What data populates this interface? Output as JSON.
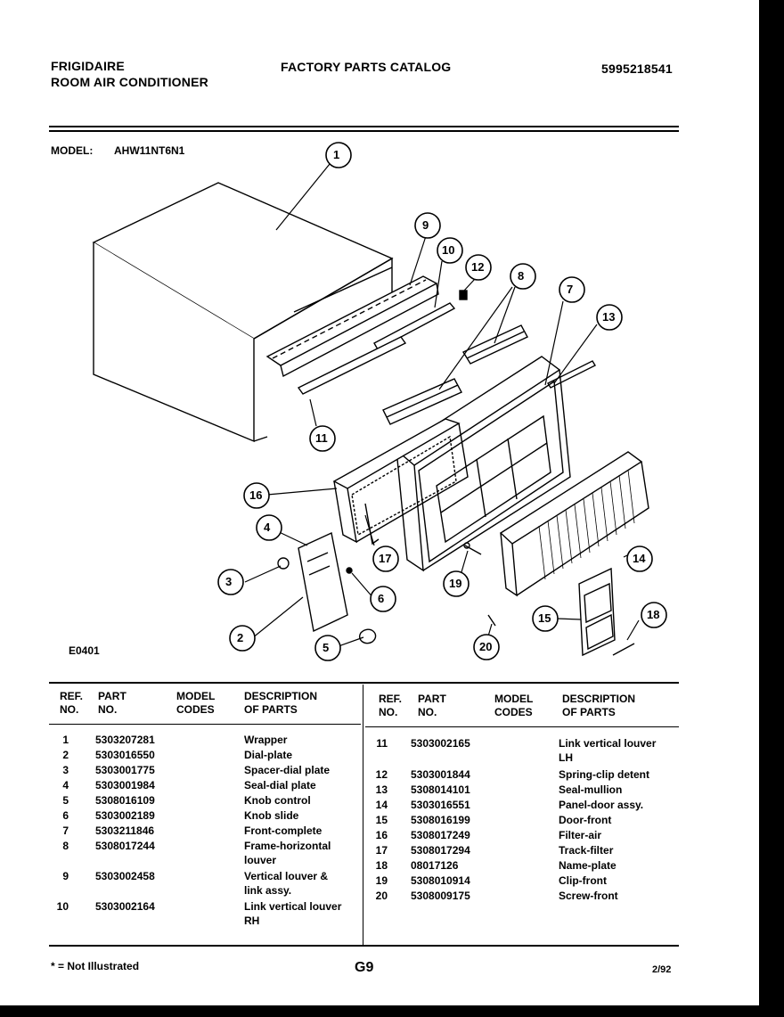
{
  "header": {
    "brand": "FRIGIDAIRE",
    "product": "ROOM AIR CONDITIONER",
    "catalog_title": "FACTORY PARTS CATALOG",
    "catalog_number": "5995218541",
    "model_label": "MODEL:",
    "model_value": "AHW11NT6N1"
  },
  "diagram": {
    "figure_code": "E0401",
    "callouts": [
      "1",
      "2",
      "3",
      "4",
      "5",
      "6",
      "7",
      "8",
      "9",
      "10",
      "11",
      "12",
      "13",
      "14",
      "15",
      "16",
      "17",
      "18",
      "19",
      "20"
    ]
  },
  "table": {
    "headers": {
      "ref": "REF.",
      "no": "NO.",
      "part": "PART",
      "part_no": "NO.",
      "model": "MODEL",
      "codes": "CODES",
      "desc": "DESCRIPTION",
      "desc2": "OF PARTS"
    },
    "left_rows": [
      {
        "ref": "1",
        "part": "5303207281",
        "desc": "Wrapper"
      },
      {
        "ref": "2",
        "part": "5303016550",
        "desc": "Dial-plate"
      },
      {
        "ref": "3",
        "part": "5303001775",
        "desc": "Spacer-dial plate"
      },
      {
        "ref": "4",
        "part": "5303001984",
        "desc": "Seal-dial plate"
      },
      {
        "ref": "5",
        "part": "5308016109",
        "desc": "Knob control"
      },
      {
        "ref": "6",
        "part": "5303002189",
        "desc": "Knob slide"
      },
      {
        "ref": "7",
        "part": "5303211846",
        "desc": "Front-complete"
      },
      {
        "ref": "8",
        "part": "5308017244",
        "desc": "Frame-horizontal louver"
      },
      {
        "ref": "9",
        "part": "5303002458",
        "desc": "Vertical louver & link assy."
      },
      {
        "ref": "10",
        "part": "5303002164",
        "desc": "Link vertical louver RH"
      }
    ],
    "right_rows": [
      {
        "ref": "11",
        "part": "5303002165",
        "desc": "Link vertical louver LH"
      },
      {
        "ref": "12",
        "part": "5303001844",
        "desc": "Spring-clip detent"
      },
      {
        "ref": "13",
        "part": "5308014101",
        "desc": "Seal-mullion"
      },
      {
        "ref": "14",
        "part": "5303016551",
        "desc": "Panel-door assy."
      },
      {
        "ref": "15",
        "part": "5308016199",
        "desc": "Door-front"
      },
      {
        "ref": "16",
        "part": "5308017249",
        "desc": "Filter-air"
      },
      {
        "ref": "17",
        "part": "5308017294",
        "desc": "Track-filter"
      },
      {
        "ref": "18",
        "part": "08017126",
        "desc": "Name-plate"
      },
      {
        "ref": "19",
        "part": "5308010914",
        "desc": "Clip-front"
      },
      {
        "ref": "20",
        "part": "5308009175",
        "desc": "Screw-front"
      }
    ]
  },
  "footer": {
    "note": "* = Not Illustrated",
    "page": "G9",
    "date": "2/92"
  }
}
